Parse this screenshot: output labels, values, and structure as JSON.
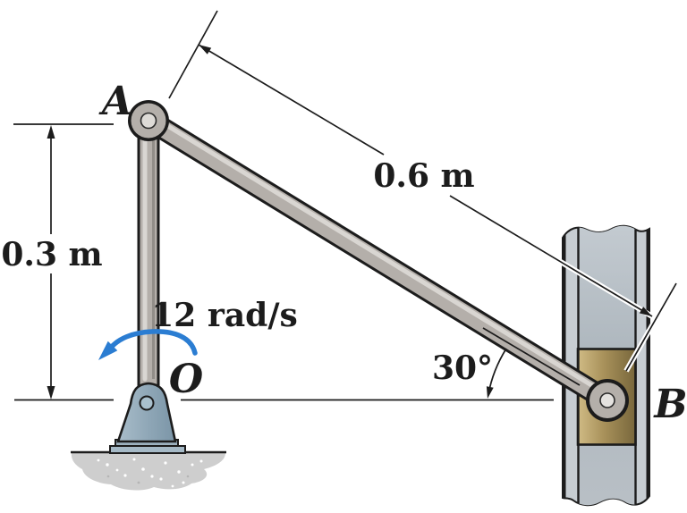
{
  "diagram": {
    "type": "mechanism-kinematics-figure",
    "points": {
      "a": "A",
      "o": "O",
      "b": "B"
    },
    "dimensions": {
      "crank_height": "0.3 m",
      "rod_length": "0.6 m",
      "angle": "30°"
    },
    "motion": {
      "angular_velocity": "12 rad/s"
    },
    "colors": {
      "rotation_arrow": "#2b7dd2",
      "link_metal": "#b4afaa",
      "link_highlight": "#d9d6d2",
      "bracket": "#94abbb",
      "guide_strip": "#c7cdd2",
      "guide_channel": "#b3bcc3",
      "slider_block": "#a8915a",
      "ground": "#cecece",
      "outline": "#1c1c1c"
    }
  }
}
